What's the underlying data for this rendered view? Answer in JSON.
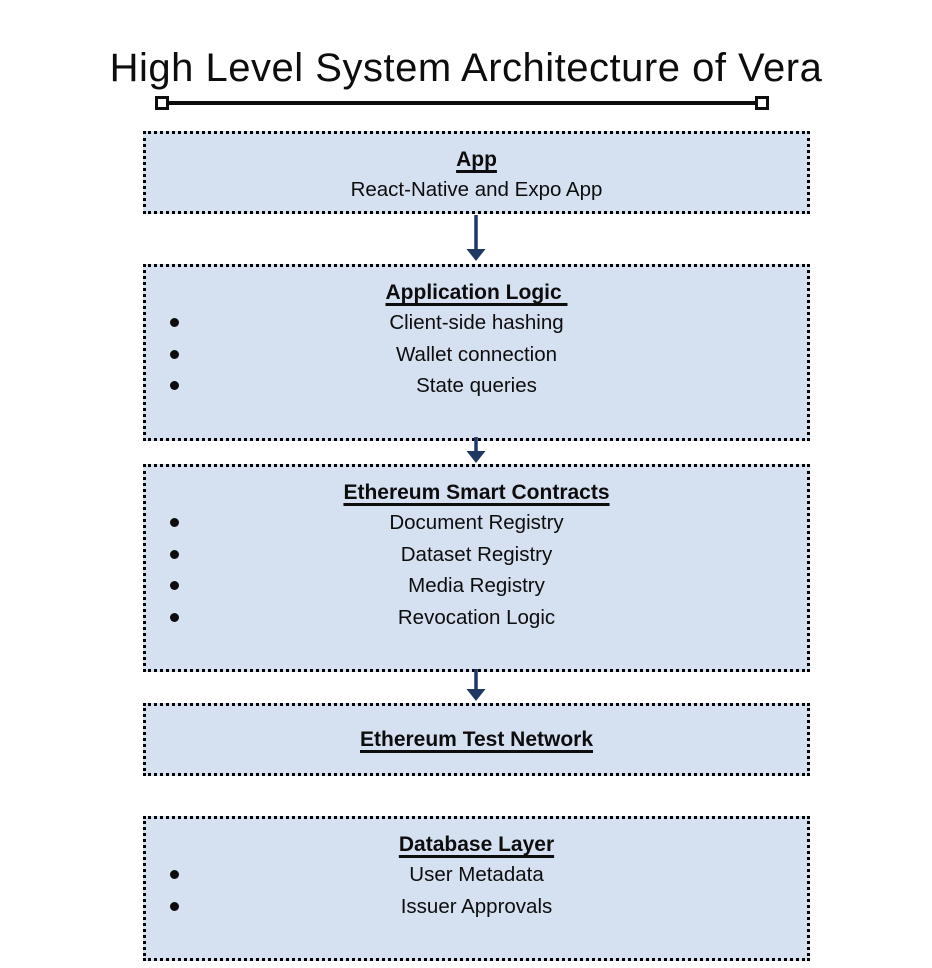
{
  "title": "High Level System Architecture of Vera",
  "colors": {
    "box_fill": "#d5e1f1",
    "box_border": "#000000",
    "arrow": "#1f3864",
    "text": "#0d0d0d"
  },
  "boxes": [
    {
      "heading": "App",
      "subtitle": "React-Native and Expo App",
      "items": []
    },
    {
      "heading": "Application Logic ",
      "items": [
        "Client-side hashing",
        "Wallet connection",
        "State queries"
      ]
    },
    {
      "heading": "Ethereum Smart Contracts",
      "items": [
        "Document Registry",
        "Dataset Registry",
        "Media Registry",
        "Revocation Logic"
      ]
    },
    {
      "heading": "Ethereum Test Network",
      "items": []
    },
    {
      "heading": "Database Layer",
      "items": [
        "User Metadata",
        "Issuer Approvals"
      ]
    }
  ]
}
